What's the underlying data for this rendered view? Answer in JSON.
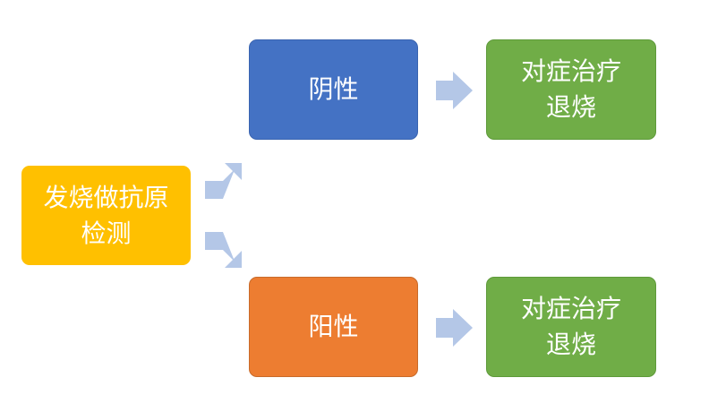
{
  "nodes": {
    "start": {
      "line1": "发烧做抗原",
      "line2": "检测",
      "color": "#ffc000"
    },
    "negative": {
      "label": "阴性",
      "color": "#4472c4"
    },
    "positive": {
      "label": "阳性",
      "color": "#ed7d31"
    },
    "treatment_negative": {
      "line1": "对症治疗",
      "line2": "退烧",
      "color": "#70ad47"
    },
    "treatment_positive": {
      "line1": "对症治疗",
      "line2": "退烧",
      "color": "#70ad47"
    }
  },
  "arrow_color": "#b4c7e7"
}
